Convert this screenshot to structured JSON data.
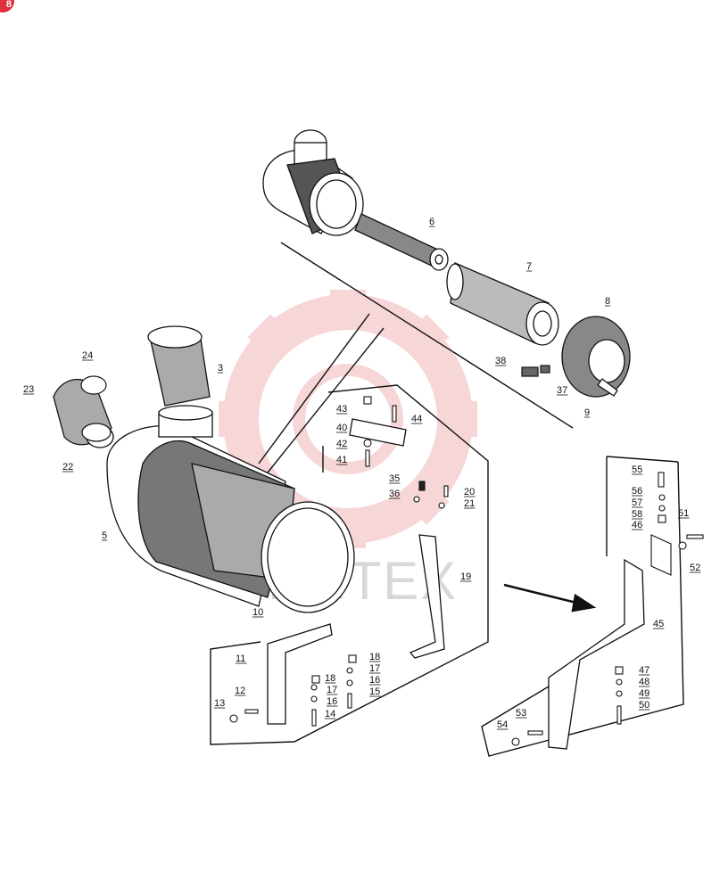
{
  "corner_badge": "8",
  "watermark": {
    "text": "ИНТЕХ",
    "color": "#f2b5b8"
  },
  "part_labels": [
    "3",
    "5",
    "6",
    "7",
    "8",
    "9",
    "10",
    "11",
    "12",
    "13",
    "14",
    "15",
    "16",
    "16",
    "17",
    "17",
    "18",
    "18",
    "19",
    "20",
    "21",
    "22",
    "23",
    "24",
    "35",
    "36",
    "37",
    "38",
    "40",
    "41",
    "42",
    "43",
    "44",
    "45",
    "46",
    "47",
    "48",
    "49",
    "50",
    "51",
    "52",
    "53",
    "54",
    "55",
    "56",
    "57",
    "58"
  ]
}
